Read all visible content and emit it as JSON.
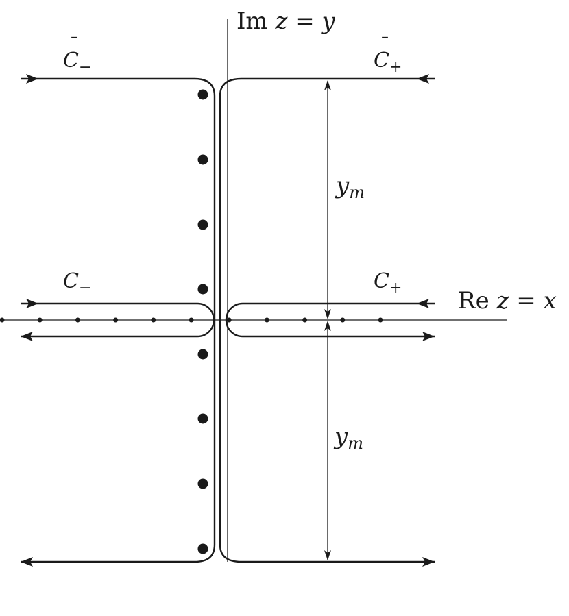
{
  "axes": {
    "imaginary_label": {
      "prefix": "Im",
      "var": "z",
      "eq": " = ",
      "rhs": "y"
    },
    "real_label": {
      "prefix": "Re",
      "var": "z",
      "eq": " = ",
      "rhs": "x"
    }
  },
  "contours": {
    "c_minus": {
      "base": "C",
      "sub": "−"
    },
    "c_plus": {
      "base": "C",
      "sub": "+"
    },
    "cbar_minus": {
      "base": "C",
      "sub": "−",
      "bar": "¯"
    },
    "cbar_plus": {
      "base": "C",
      "sub": "+",
      "bar": "¯"
    }
  },
  "dimensions": {
    "upper": {
      "base": "y",
      "sub": "m"
    },
    "lower": {
      "base": "y",
      "sub": "m"
    }
  },
  "poles": {
    "imaginary_axis_count": 8,
    "real_axis_count": 11
  },
  "colors": {
    "ink": "#1a1a1a",
    "background": "#ffffff"
  }
}
